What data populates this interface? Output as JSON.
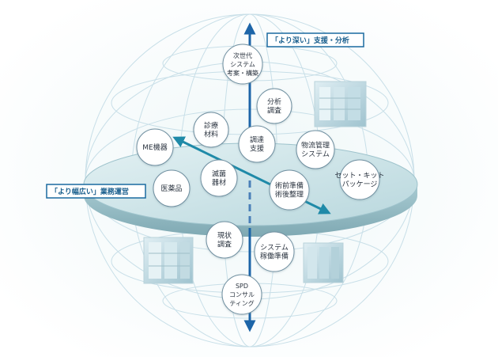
{
  "colors": {
    "sphere_line": "#c8dfe8",
    "disc_top": "#cfe6ea",
    "disc_edge": "#9ec3cc",
    "axis_blue": "#1d65a8",
    "arrow_teal": "#1f8aa8",
    "banner_border": "#1a6aa0",
    "banner_text": "#1a5f8e",
    "node_border": "#6f8fa0",
    "node_fill": "#ffffff"
  },
  "banners": {
    "deep": "「より深い」支援・分析",
    "wide": "「より幅広い」業務運営"
  },
  "nodes": {
    "next_gen": [
      "次世代",
      "システム",
      "考案・構築"
    ],
    "analysis": [
      "分析",
      "調査"
    ],
    "diagnostic": [
      "診療",
      "材料"
    ],
    "procurement": [
      "調達",
      "支援"
    ],
    "logistics": [
      "物流管理",
      "システム"
    ],
    "me_equipment": [
      "ME機器"
    ],
    "set_kit": [
      "セット・キット",
      "パッケージ"
    ],
    "pharma": [
      "医薬品"
    ],
    "sterile": [
      "滅菌",
      "器材"
    ],
    "surgery_prep": [
      "術前準備",
      "術後整理"
    ],
    "current_survey": [
      "現状",
      "調査"
    ],
    "system_operation": [
      "システム",
      "稼働準備"
    ],
    "spd": [
      "SPD",
      "コンサル",
      "ティング"
    ]
  },
  "icons": {
    "sphere": "globe-wireframe",
    "axis": "vertical-double-arrow",
    "diagonal": "diagonal-double-arrow",
    "photos": "warehouse-photo"
  }
}
